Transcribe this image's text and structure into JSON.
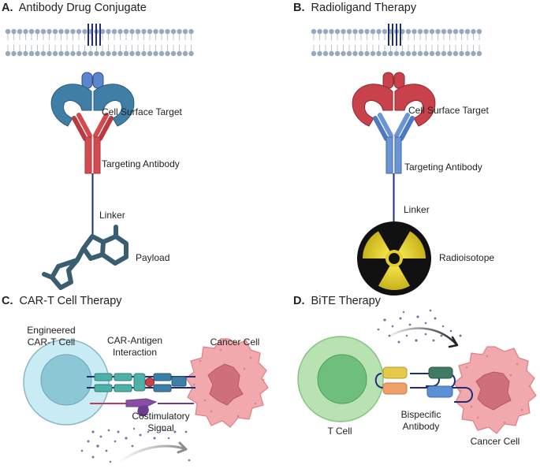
{
  "colors": {
    "blue_antigen": "#3f7fa6",
    "red_antigen": "#c8414b",
    "antibody_red": "#d34a4f",
    "antibody_blue": "#6a95d3",
    "linker": "#1e2f78",
    "payload": "#3b5d70",
    "membrane_head": "#98a8bd",
    "tcell_outer": "#c9ecf4",
    "tcell_inner": "#8cc7d6",
    "cancer_outer": "#f2a9ad",
    "cancer_inner": "#cf6f7b",
    "bite_tcell_outer": "#b9e2b3",
    "bite_tcell_inner": "#6ebf7b",
    "radiation_yellow": "#e4cf2c"
  },
  "panels": {
    "a": {
      "letter": "A.",
      "title": "Antibody Drug Conjugate",
      "cell_surface_target": "Cell Surface Target",
      "targeting_antibody": "Targeting Antibody",
      "linker": "Linker",
      "payload": "Payload"
    },
    "b": {
      "letter": "B.",
      "title": "Radioligand Therapy",
      "cell_surface_target": "Cell Surface Target",
      "targeting_antibody": "Targeting Antibody",
      "linker": "Linker",
      "radioisotope": "Radioisotope"
    },
    "c": {
      "letter": "C.",
      "title": "CAR-T Cell Therapy",
      "engineered_line1": "Engineered",
      "engineered_line2": "CAR-T Cell",
      "interaction_line1": "CAR-Antigen",
      "interaction_line2": "Interaction",
      "cancer_cell": "Cancer Cell",
      "costim_line1": "Costimulatory",
      "costim_line2": "Signal"
    },
    "d": {
      "letter": "D.",
      "title": "BiTE Therapy",
      "t_cell": "T Cell",
      "bispecific_line1": "Bispecific",
      "bispecific_line2": "Antibody",
      "cancer_cell": "Cancer Cell"
    }
  }
}
